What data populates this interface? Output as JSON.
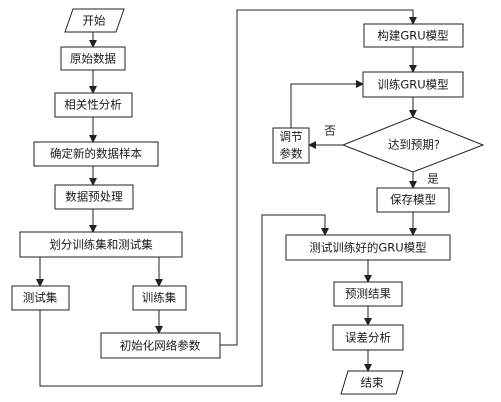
{
  "flowchart": {
    "start": "开始",
    "raw_data": "原始数据",
    "correlation": "相关性分析",
    "new_sample": "确定新的数据样本",
    "preprocess": "数据预处理",
    "split": "划分训练集和测试集",
    "test_set": "测试集",
    "train_set": "训练集",
    "init_params": "初始化网络参数",
    "build_gru": "构建GRU模型",
    "train_gru": "训练GRU模型",
    "tune_params_line1": "调节",
    "tune_params_line2": "参数",
    "reached_expected": "达到预期?",
    "no_label": "否",
    "yes_label": "是",
    "save_model": "保存模型",
    "test_trained": "测试训练好的GRU模型",
    "predict_result": "预测结果",
    "error_analysis": "误差分析",
    "end": "结束"
  }
}
